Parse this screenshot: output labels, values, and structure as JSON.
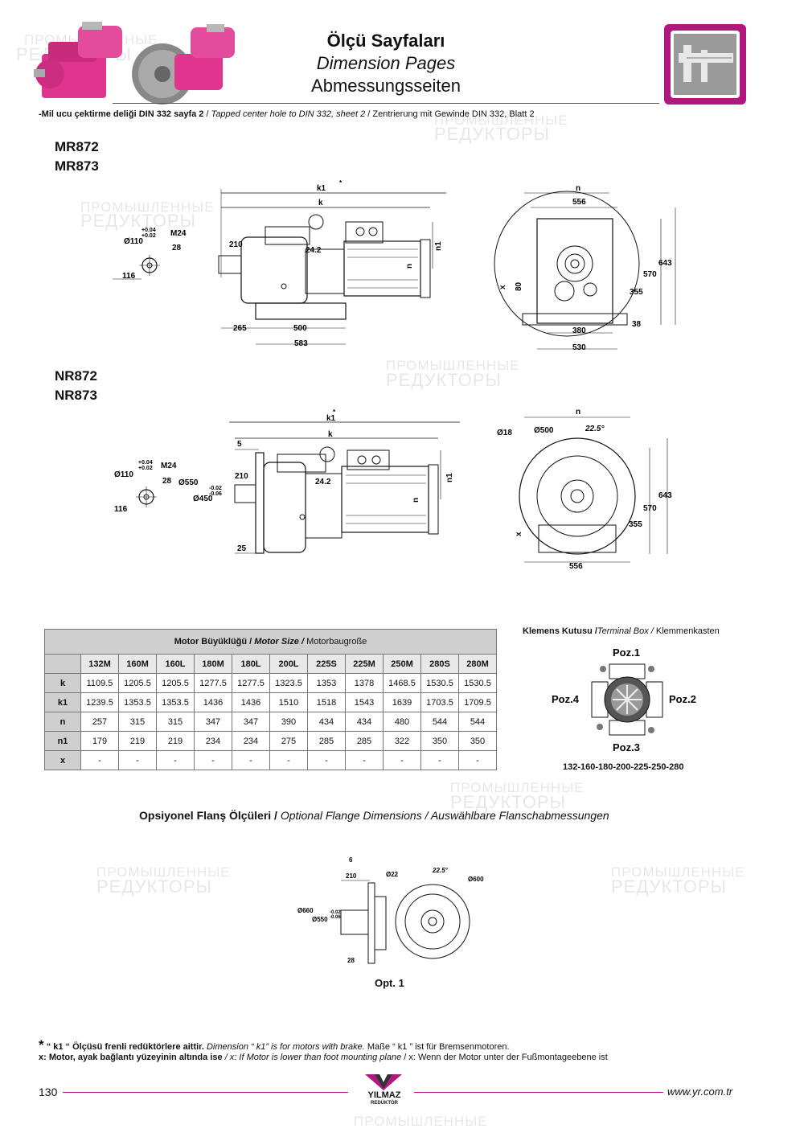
{
  "header": {
    "title_tr": "Ölçü Sayfaları",
    "title_en": "Dimension Pages",
    "title_de": "Abmessungsseiten",
    "note_tr": "-Mil ucu çektirme deliği DIN 332 sayfa 2",
    "note_en": "Tapped center hole to DIN 332, sheet 2",
    "note_de": "Zentrierung mit Gewinde DIN 332, Blatt 2",
    "sep": "/"
  },
  "section1": {
    "model_a": "MR872",
    "model_b": "MR873",
    "dims": {
      "k1": "k1",
      "k": "k",
      "n": "n",
      "n1": "n1",
      "x": "x",
      "d110": "Ø110",
      "tol_plus1": "+0.04",
      "tol_plus2": "+0.02",
      "m24": "M24",
      "d28": "28",
      "d116": "116",
      "d210": "210",
      "d24_2": "24.2",
      "d265": "265",
      "d500": "500",
      "d583": "583",
      "d556": "556",
      "d643": "643",
      "d570": "570",
      "d355": "355",
      "d80": "80",
      "d380": "380",
      "d38": "38",
      "d530": "530"
    }
  },
  "section2": {
    "model_a": "NR872",
    "model_b": "NR873",
    "dims": {
      "k1": "k1",
      "k": "k",
      "n": "n",
      "n1": "n1",
      "x": "x",
      "d110": "Ø110",
      "tol_plus1": "+0.04",
      "tol_plus2": "+0.02",
      "m24": "M24",
      "d28": "28",
      "d116": "116",
      "d5": "5",
      "d210": "210",
      "d550": "Ø550",
      "d450": "Ø450",
      "tol_m1": "-0.02",
      "tol_m2": "-0.06",
      "d24_2": "24.2",
      "d25": "25",
      "d18": "Ø18",
      "d500": "Ø500",
      "angle": "22.5°",
      "d643": "643",
      "d570": "570",
      "d355": "355",
      "d556": "556"
    }
  },
  "table": {
    "title_tr": "Motor Büyüklüğü /",
    "title_en": "Motor Size /",
    "title_de": "Motorbaugroße",
    "sizes": [
      "132M",
      "160M",
      "160L",
      "180M",
      "180L",
      "200L",
      "225S",
      "225M",
      "250M",
      "280S",
      "280M"
    ],
    "rows": [
      {
        "label": "k",
        "values": [
          "1109.5",
          "1205.5",
          "1205.5",
          "1277.5",
          "1277.5",
          "1323.5",
          "1353",
          "1378",
          "1468.5",
          "1530.5",
          "1530.5"
        ]
      },
      {
        "label": "k1",
        "values": [
          "1239.5",
          "1353.5",
          "1353.5",
          "1436",
          "1436",
          "1510",
          "1518",
          "1543",
          "1639",
          "1703.5",
          "1709.5"
        ]
      },
      {
        "label": "n",
        "values": [
          "257",
          "315",
          "315",
          "347",
          "347",
          "390",
          "434",
          "434",
          "480",
          "544",
          "544"
        ]
      },
      {
        "label": "n1",
        "values": [
          "179",
          "219",
          "219",
          "234",
          "234",
          "275",
          "285",
          "285",
          "322",
          "350",
          "350"
        ]
      },
      {
        "label": "x",
        "values": [
          "-",
          "-",
          "-",
          "-",
          "-",
          "-",
          "-",
          "-",
          "-",
          "-",
          "-"
        ]
      }
    ]
  },
  "terminal_box": {
    "title_tr": "Klemens Kutusu /",
    "title_en": "Terminal Box /",
    "title_de": "Klemmenkasten",
    "poz1": "Poz.1",
    "poz2": "Poz.2",
    "poz3": "Poz.3",
    "poz4": "Poz.4",
    "sizes": "132-160-180-200-225-250-280"
  },
  "flange": {
    "title_tr": "Opsiyonel Flanş Ölçüleri /",
    "title_en": "Optional Flange Dimensions / Auswählbare Flanschabmessungen",
    "d6": "6",
    "d210": "210",
    "d660": "Ø660",
    "d550": "Ø550",
    "tol_m1": "-0.02",
    "tol_m2": "-0.06",
    "d28": "28",
    "d22": "Ø22",
    "angle": "22.5°",
    "d600": "Ø600",
    "caption": "Opt. 1"
  },
  "footnotes": {
    "star": "*",
    "k1_tr": "“ k1 “ Ölçüsü frenli redüktörlere aittir.",
    "k1_en": "Dimension “ k1” is for motors with brake.",
    "k1_de": "Maße “ k1 ” ist für Bremsenmotoren.",
    "x_tr": "x: Motor, ayak bağlantı yüzeyinin altında ise",
    "x_en": "/ x: If Motor is lower than foot mounting plane",
    "x_de": "/ x: Wenn der Motor unter der Fußmontageebene ist"
  },
  "footer": {
    "page": "130",
    "brand": "YILMAZ",
    "brand_sub": "REDÜKTÖR",
    "url": "www.yr.com.tr"
  },
  "watermark": {
    "line1": "ПРОМЫШЛЕННЫЕ",
    "line2": "РЕДУКТОРЫ"
  },
  "colors": {
    "accent": "#b0177f",
    "motor_pink": "#e0358f",
    "table_header": "#cfcfcf"
  }
}
